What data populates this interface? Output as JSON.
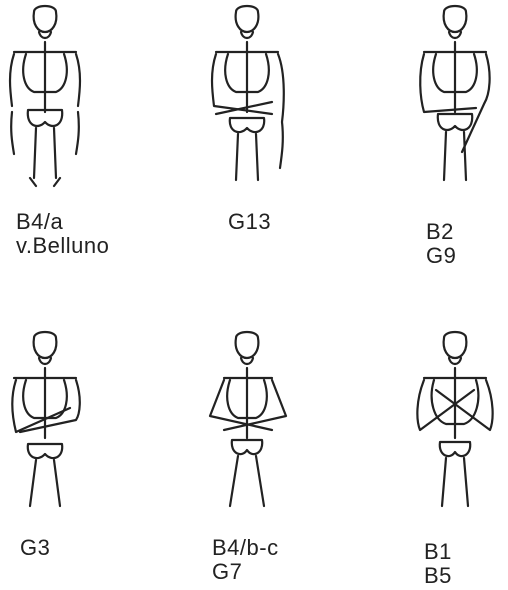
{
  "figure": {
    "items": [
      {
        "lines": [
          "B4/a",
          "v.Belluno"
        ],
        "arm_pose": "arms-at-sides"
      },
      {
        "lines": [
          "G13"
        ],
        "arm_pose": "arms-at-sides-forearms-crossed-low"
      },
      {
        "lines": [
          "B2",
          "G9"
        ],
        "arm_pose": "one-arm-crossed-to-pelvis"
      },
      {
        "lines": [
          "G3"
        ],
        "arm_pose": "forearms-crossed-on-abdomen"
      },
      {
        "lines": [
          "B4/b-c",
          "G7"
        ],
        "arm_pose": "forearms-crossed-below-chest"
      },
      {
        "lines": [
          "B1",
          "B5"
        ],
        "arm_pose": "hands-crossed-on-chest"
      }
    ],
    "colors": {
      "ink": "#222222",
      "background": "#ffffff"
    }
  }
}
